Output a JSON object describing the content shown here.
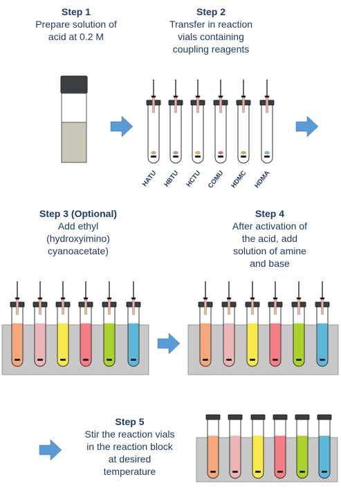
{
  "steps": [
    {
      "title": "Step 1",
      "text": [
        "Prepare solution of",
        "acid at 0.2 M"
      ]
    },
    {
      "title": "Step 2",
      "text": [
        "Transfer in reaction",
        "vials containing",
        "coupling reagents"
      ]
    },
    {
      "title": "Step 3 (Optional)",
      "text": [
        "Add ethyl",
        "(hydroxyimino)",
        "cyanoacetate)"
      ]
    },
    {
      "title": "Step 4",
      "text": [
        "After activation of",
        "the acid, add",
        "solution of amine",
        "and base"
      ]
    },
    {
      "title": "Step 5",
      "text": [
        "Stir the reaction vials",
        "in the reaction block",
        "at desired",
        "temperature"
      ]
    }
  ],
  "reagents": [
    "HATU",
    "HBTU",
    "HCTU",
    "COMU",
    "HDMC",
    "HDMA"
  ],
  "colors": {
    "text": "#1f3864",
    "arrow": "#5b9bd5",
    "block": "#c8c8c8",
    "vial_cap": "#3a3f44",
    "solution": "#c9c6b8",
    "reagent_dots": [
      "#f4a460",
      "#e58f8f",
      "#e8c84a",
      "#e8707a",
      "#a8d23c",
      "#7cc3e0"
    ],
    "vial_fills": [
      "#f6a878",
      "#ecb5b5",
      "#f9e84a",
      "#f57d84",
      "#a9d32a",
      "#5cb7d9"
    ]
  }
}
